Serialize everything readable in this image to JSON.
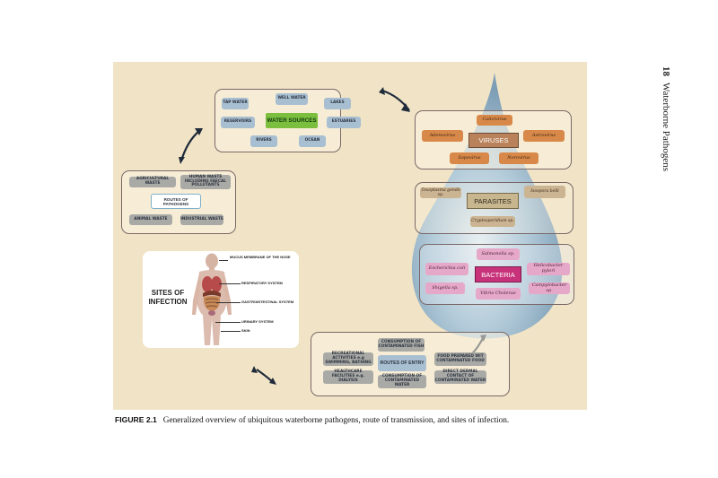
{
  "page_number": "18",
  "running_header": "Waterborne Pathogens",
  "caption": {
    "label": "FIGURE 2.1",
    "text": "Generalized overview of ubiquitous waterborne pathogens, route of transmission, and sites of infection."
  },
  "water_sources": {
    "hub": "WATER SOURCES",
    "items": [
      "TAP WATER",
      "WELL WATER",
      "LAKES",
      "RESERVOIRS",
      "ESTUARIES",
      "RIVERS",
      "OCEAN"
    ]
  },
  "routes_of_pathogens": {
    "hub": "ROUTES OF PATHOGENS",
    "items": [
      "AGRICULTURAL WASTE",
      "HUMAN WASTE INCLUDING FAECAL POLLUTANTS",
      "ANIMAL WASTE",
      "INDUSTRIAL WASTE"
    ]
  },
  "viruses": {
    "hub": "VIRUSES",
    "items": [
      "Calicivirus",
      "Adenovirus",
      "Astrovirus",
      "Sapovirus",
      "Norovirus"
    ]
  },
  "parasites": {
    "hub": "PARASITES",
    "items": [
      "Toxoplasma gondii sp.",
      "Isospora belli",
      "Cryptosporidium sp."
    ]
  },
  "bacteria": {
    "hub": "BACTERIA",
    "items": [
      "Salmonella sp.",
      "Escherichia coli",
      "Helicobacter pylori",
      "Shigella sp.",
      "Vibrio Cholerae",
      "Campylobacter sp."
    ]
  },
  "sites_of_infection": {
    "title_line1": "SITES OF",
    "title_line2": "INFECTION",
    "labels": [
      "MUCUS MEMBRANE OF THE NOSE",
      "RESPIRATORY SYSTEM",
      "GASTROINTESTINAL SYSTEM",
      "URINARY SYSTEM",
      "SKIN"
    ]
  },
  "routes_of_entry": {
    "hub": "ROUTES OF ENTRY",
    "items": [
      "CONSUMPTION OF CONTAMINATED FISH",
      "RECREATIONAL ACTIVITIES e.g SWIMMING, BATHING",
      "FOOD PREPARED WIT CONTAMINATED FOOD",
      "HEALTHCARE FACILITIES e.g. DIALYSIS",
      "CONSUMPTION OF CONTAMINATED WATER",
      "DIRECT DERMAL CONTACT OF CONTAMINATED WATER"
    ]
  },
  "colors": {
    "background": "#f1e4c6",
    "water_source_tag": "#a8bfd2",
    "waste_tag": "#a9aaa6",
    "virus_tag": "#d8894a",
    "bacteria_tag": "#e6a8c8",
    "bacteria_hub": "#c8327a",
    "water_hub": "#7cbf3e",
    "drop": "#8fb4cf"
  }
}
